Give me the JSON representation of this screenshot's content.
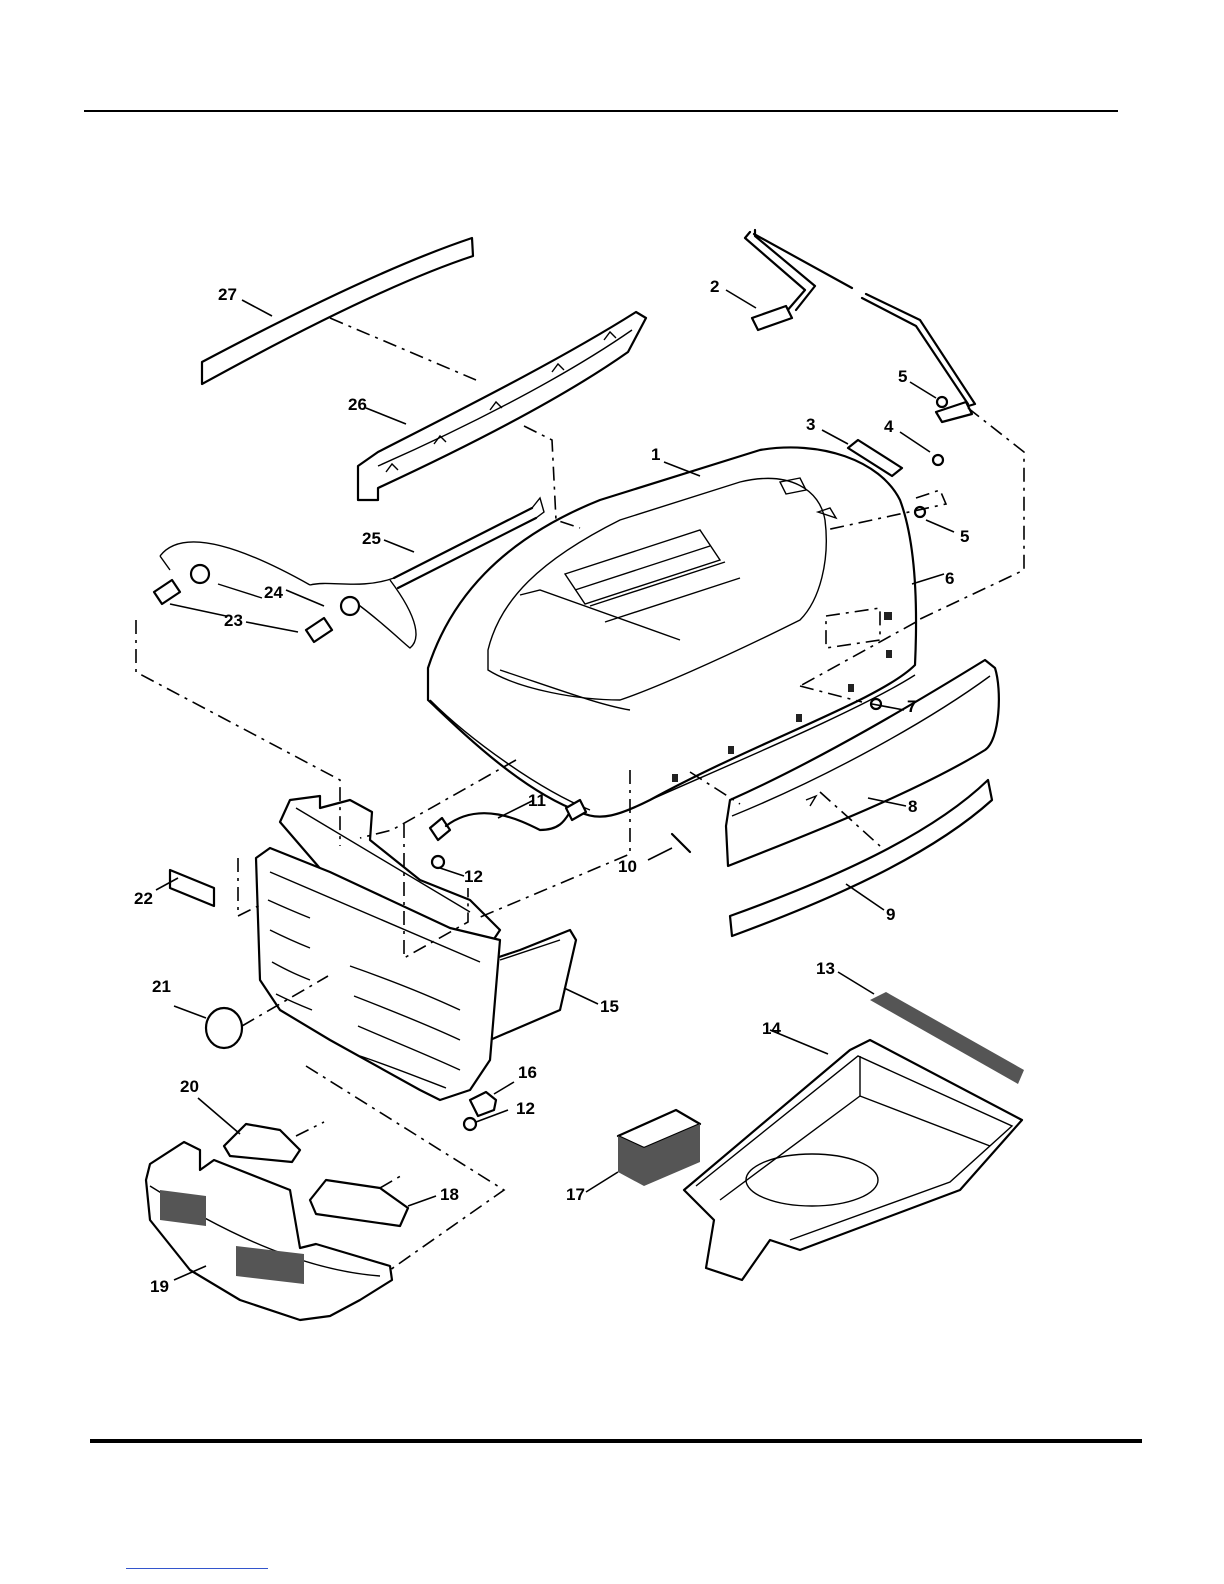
{
  "diagram": {
    "callouts": [
      "1",
      "2",
      "3",
      "4",
      "5",
      "5",
      "6",
      "7",
      "8",
      "9",
      "10",
      "11",
      "12",
      "12",
      "13",
      "14",
      "15",
      "16",
      "17",
      "18",
      "19",
      "20",
      "21",
      "22",
      "23",
      "24",
      "25",
      "26",
      "27"
    ]
  }
}
